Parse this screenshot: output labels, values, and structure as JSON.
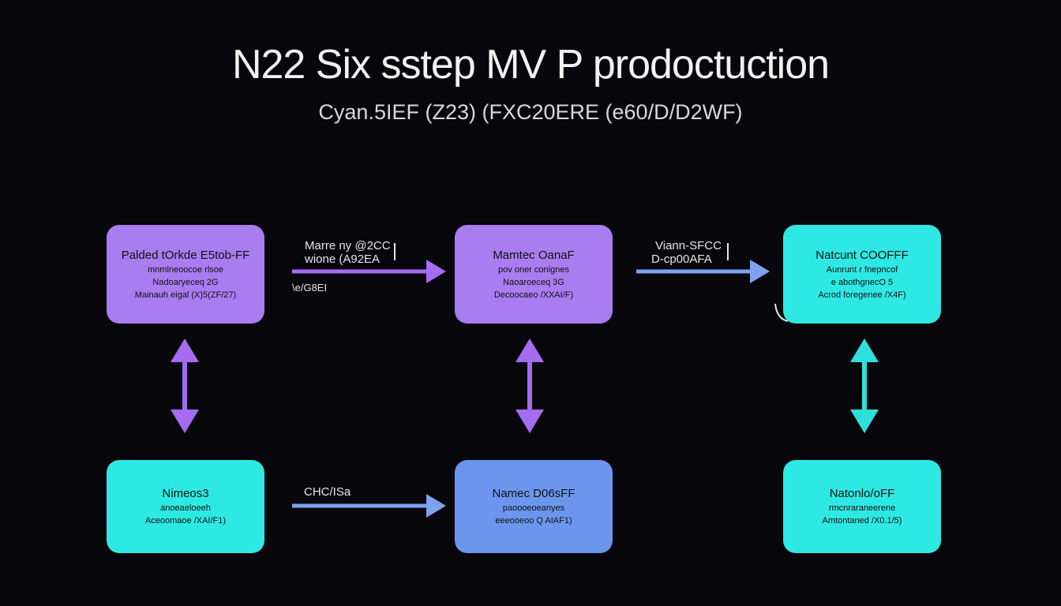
{
  "title": "N22 Six sstep MV P prodoctuction",
  "subtitle": "Cyan.5IEF (Z23)  (FXC20ERE (e60/D/D2WF)",
  "colors": {
    "background": "#08070c",
    "purple": "#a97cf0",
    "cyan": "#2ee9e3",
    "blue": "#6c96ee",
    "arrow_purple": "#a56cf2",
    "arrow_blue": "#7ea2f0",
    "arrow_cyan": "#2de0dc"
  },
  "boxes": {
    "top_left": {
      "title": "Palded tOrkde E5tob-FF",
      "lines": [
        "mnmlneoocoe rlsoe",
        "Nadoaryeceq 2G",
        "Mainauh eigal (X)5(ZF/27)"
      ]
    },
    "top_middle": {
      "title": "Mamtec OanaF",
      "lines": [
        "pov oner conignes",
        "Naoaroeceq 3G",
        "Decoocaeo /XXAI/F)"
      ]
    },
    "top_right": {
      "title": "Natcunt COOFFF",
      "lines": [
        "Aunrunt r fnepncof",
        "e abothgnecO 5",
        "Acrod foregenee /X4F)"
      ]
    },
    "bottom_left": {
      "title": "Nimeos3",
      "lines": [
        "anoeaeloeeh",
        "Aceoomaoe /XAI/F1)"
      ]
    },
    "bottom_middle": {
      "title": "Namec D06sFF",
      "lines": [
        "paoooeoeanyes",
        "eeeooeoo Q AIAF1)"
      ]
    },
    "bottom_right": {
      "title": "Natonlo/oFF",
      "lines": [
        "rmcnraraneerene",
        "Amtontaned /X0.1/5)"
      ]
    }
  },
  "arrow_labels": {
    "arrow1_line1": "Marre ny @2CC",
    "arrow1_line2": "wione (A92EA",
    "arrow1_side": "\\e/G8EI",
    "arrow2_line1": "Viann-SFCC",
    "arrow2_line2": "D-cp00AFA",
    "arrow3": "CHC/ISa"
  }
}
